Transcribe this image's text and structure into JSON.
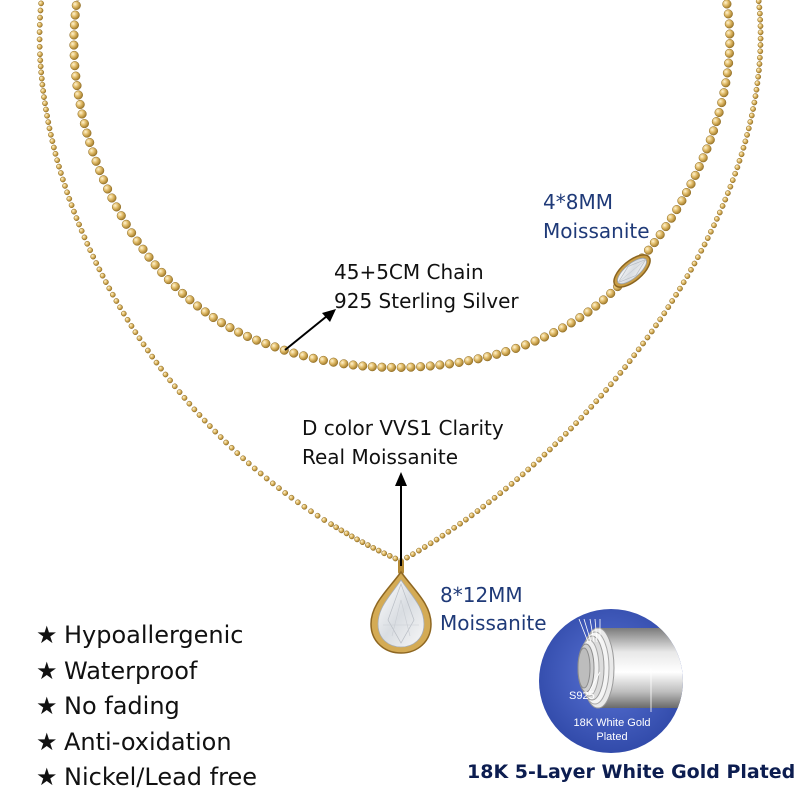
{
  "labels": {
    "chain_size": "45+5CM Chain",
    "chain_material": "925 Sterling Silver",
    "marquise_size": "4*8MM",
    "marquise_stone": "Moissanite",
    "grade_line1": "D color VVS1 Clarity",
    "grade_line2": "Real Moissanite",
    "pear_size": "8*12MM",
    "pear_stone": "Moissanite"
  },
  "features": [
    {
      "icon": "star-icon",
      "star": "★",
      "text": "Hypoallergenic"
    },
    {
      "icon": "star-icon",
      "star": "★",
      "text": "Waterproof"
    },
    {
      "icon": "star-icon",
      "star": "★",
      "text": "No fading"
    },
    {
      "icon": "star-icon",
      "star": "★",
      "text": "Anti-oxidation"
    },
    {
      "icon": "star-icon",
      "star": "★",
      "text": "Nickel/Lead free"
    }
  ],
  "plating_badge": {
    "layers": "12345",
    "core": "S925",
    "coating_line1": "18K White Gold",
    "coating_line2": "Plated"
  },
  "plating_caption": "18K 5-Layer White Gold Plated",
  "colors": {
    "gold": "#d9b25a",
    "gold_dark": "#a9802c",
    "badge_blue": "#3a55b4",
    "caption_navy": "#0c1d50",
    "label_blue": "#1f3a78"
  }
}
